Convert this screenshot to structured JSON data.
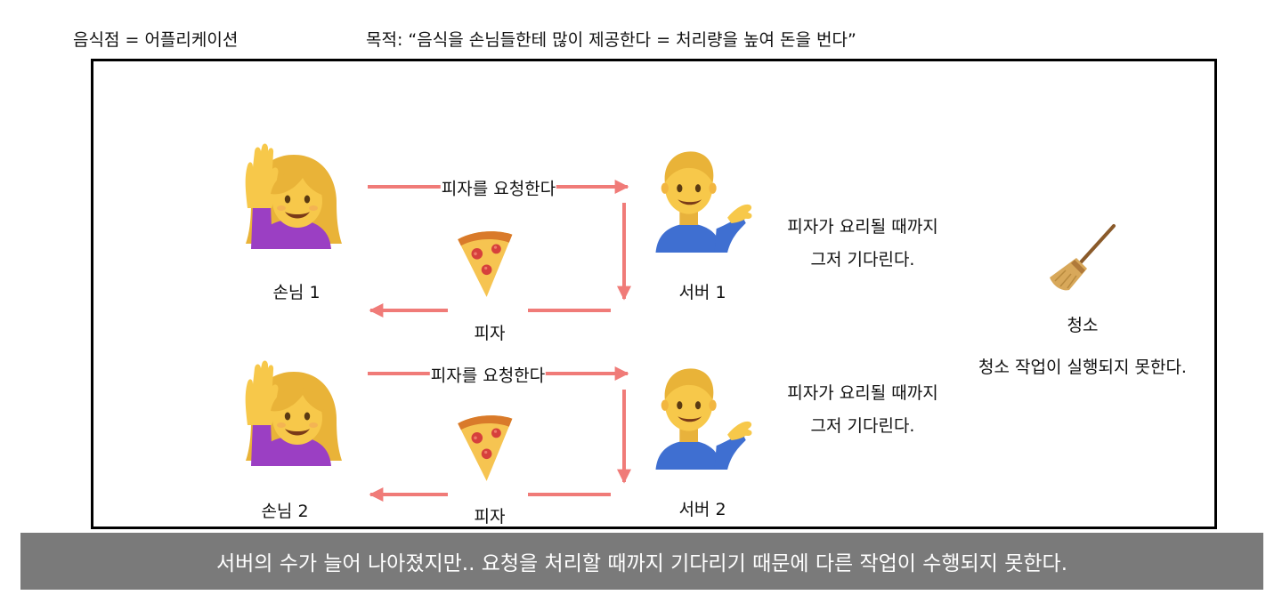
{
  "header": {
    "left_label": "음식점 = 어플리케이션",
    "goal_label": "목적: “음식을 손님들한테 많이 제공한다 = 처리량을 높여 돈을 번다”"
  },
  "rows": [
    {
      "customer_label": "손님 1",
      "request_label": "피자를 요청한다",
      "pizza_label": "피자",
      "server_label": "서버 1",
      "wait_lines": [
        "피자가 요리될 때까지",
        "그저 기다린다."
      ]
    },
    {
      "customer_label": "손님 2",
      "request_label": "피자를 요청한다",
      "pizza_label": "피자",
      "server_label": "서버 2",
      "wait_lines": [
        "피자가 요리될 때까지",
        "그저 기다린다."
      ]
    }
  ],
  "cleaning": {
    "label": "청소",
    "note": "청소 작업이 실행되지 못한다."
  },
  "footer": {
    "text": "서버의 수가 늘어 나아졌지만.. 요청을 처리할 때까지 기다리기 때문에 다른 작업이 수행되지 못한다."
  },
  "colors": {
    "arrow": "#f07b78",
    "footer_bg": "#7a7a7a",
    "frame": "#000000"
  },
  "icons": [
    "raising-hand-woman-icon",
    "pizza-slice-icon",
    "tipping-hand-man-icon",
    "broom-icon"
  ]
}
